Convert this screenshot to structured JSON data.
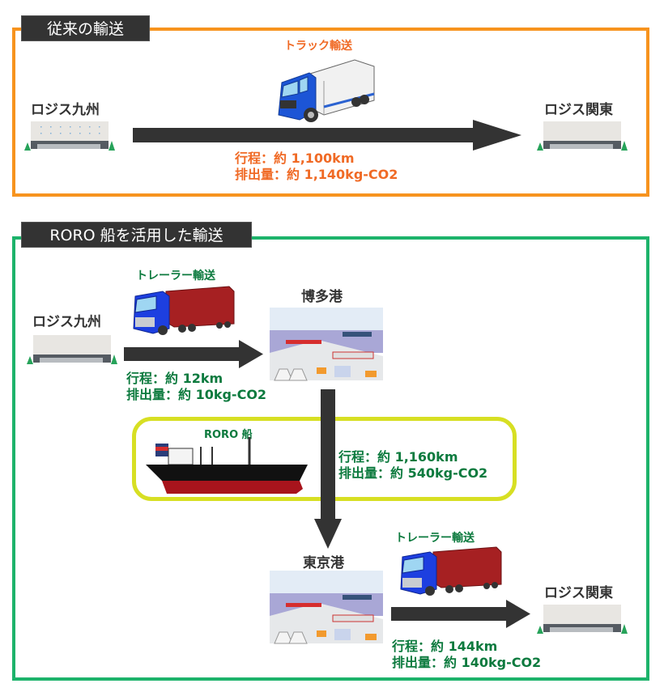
{
  "conventional": {
    "title": "従来の輸送",
    "mode_label": "トラック輸送",
    "origin": "ロジス九州",
    "destination": "ロジス関東",
    "distance": "行程：約 1,100km",
    "emission": "排出量：約 1,140kg-CO2"
  },
  "roro": {
    "title": "RORO 船を活用した輸送",
    "leg1": {
      "mode_label": "トレーラー輸送",
      "origin": "ロジス九州",
      "destination": "博多港",
      "distance": "行程：約 12km",
      "emission": "排出量：約 10kg-CO2"
    },
    "leg2": {
      "mode_label": "RORO 船",
      "distance": "行程：約 1,160km",
      "emission": "排出量：約 540kg-CO2"
    },
    "leg3": {
      "mode_label": "トレーラー輸送",
      "origin": "東京港",
      "destination": "ロジス関東",
      "distance": "行程：約 144km",
      "emission": "排出量：約 140kg-CO2"
    }
  },
  "icons": {
    "truck": "box-truck-icon",
    "trailer": "trailer-truck-icon",
    "ship": "roro-ship-icon",
    "warehouse": "warehouse-icon",
    "port": "port-illustration",
    "arrow": "arrow-icon"
  },
  "colors": {
    "conventional_frame": "#f7931e",
    "roro_frame": "#1db36b",
    "ship_box": "#d7df23",
    "conventional_text": "#f06a25",
    "roro_text": "#0c7a3e",
    "arrow": "#333333"
  }
}
